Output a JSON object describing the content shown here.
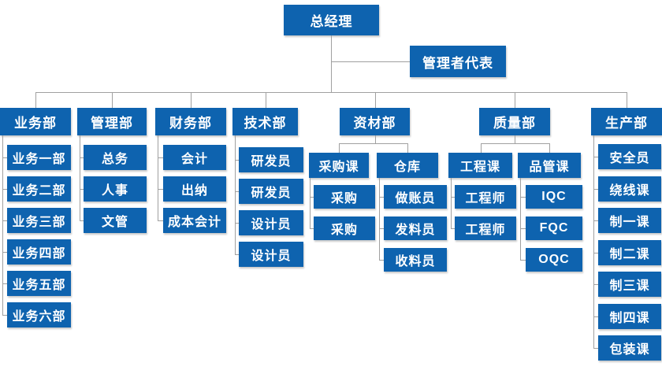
{
  "org_chart": {
    "root": {
      "label": "总经理"
    },
    "representative": {
      "label": "管理者代表"
    },
    "departments": [
      {
        "label": "业务部",
        "children": [
          "业务一部",
          "业务二部",
          "业务三部",
          "业务四部",
          "业务五部",
          "业务六部"
        ]
      },
      {
        "label": "管理部",
        "children": [
          "总务",
          "人事",
          "文管"
        ]
      },
      {
        "label": "财务部",
        "children": [
          "会计",
          "出纳",
          "成本会计"
        ]
      },
      {
        "label": "技术部",
        "children": [
          "研发员",
          "研发员",
          "设计员",
          "设计员"
        ]
      },
      {
        "label": "资材部",
        "groups": [
          {
            "label": "采购课",
            "children": [
              "采购",
              "采购"
            ]
          },
          {
            "label": "仓库",
            "children": [
              "做账员",
              "发料员",
              "收料员"
            ]
          }
        ]
      },
      {
        "label": "质量部",
        "groups": [
          {
            "label": "工程课",
            "children": [
              "工程师",
              "工程师"
            ]
          },
          {
            "label": "品管课",
            "children": [
              "IQC",
              "FQC",
              "OQC"
            ]
          }
        ]
      },
      {
        "label": "生产部",
        "children": [
          "安全员",
          "绕线课",
          "制一课",
          "制二课",
          "制三课",
          "制四课",
          "包装课"
        ]
      }
    ]
  },
  "colors": {
    "node_fill": "#0e63af",
    "node_text": "#ffffff",
    "connector": "#a0a0a0",
    "background": "#ffffff"
  }
}
